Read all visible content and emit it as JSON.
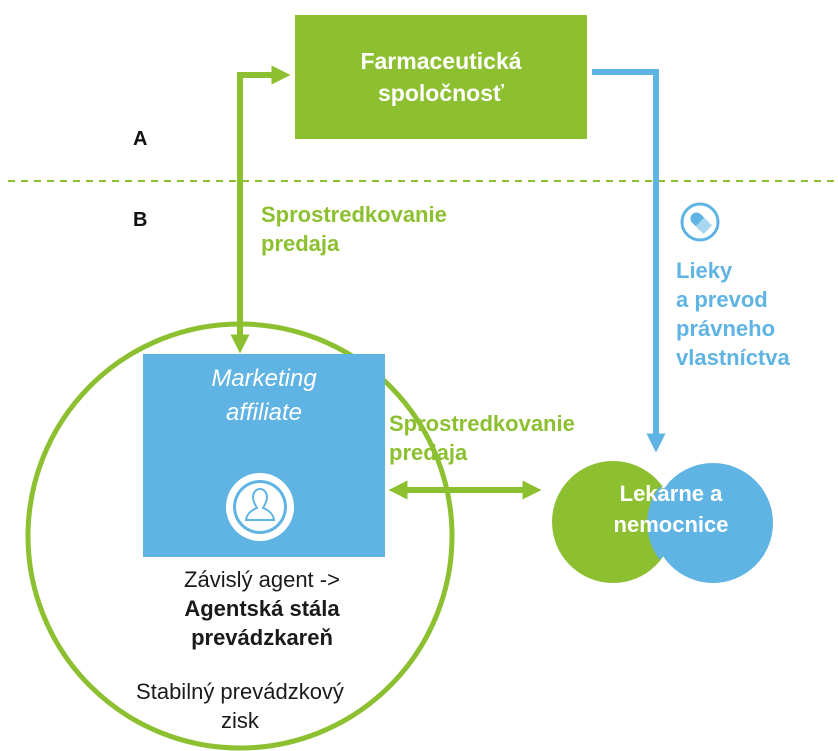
{
  "colors": {
    "green": "#8dc030",
    "blue": "#5fb4e4"
  },
  "company": {
    "line1": "Farmaceutická",
    "line2": "spoločnosť"
  },
  "side_labels": {
    "a": "A",
    "b": "B"
  },
  "intermediation_top": {
    "line1": "Sprostredkovanie",
    "line2": "predaja"
  },
  "intermediation_mid": {
    "line1": "Sprostredkovanie",
    "line2": "predaja"
  },
  "medicines": {
    "line1": "Lieky",
    "line2": "a prevod",
    "line3": "právneho",
    "line4": "vlastníctva",
    "icon": "pill-icon"
  },
  "affiliate": {
    "line1": "Marketing",
    "line2": "affiliate",
    "icon": "user-icon"
  },
  "agent": {
    "line1": "Závislý agent ->",
    "line2": "Agentská stála",
    "line3": "prevádzkareň"
  },
  "profit": {
    "line1": "Stabilný prevádzkový",
    "line2": "zisk"
  },
  "pharmacies": {
    "line1": "Lekárne a",
    "line2": "nemocnice"
  }
}
